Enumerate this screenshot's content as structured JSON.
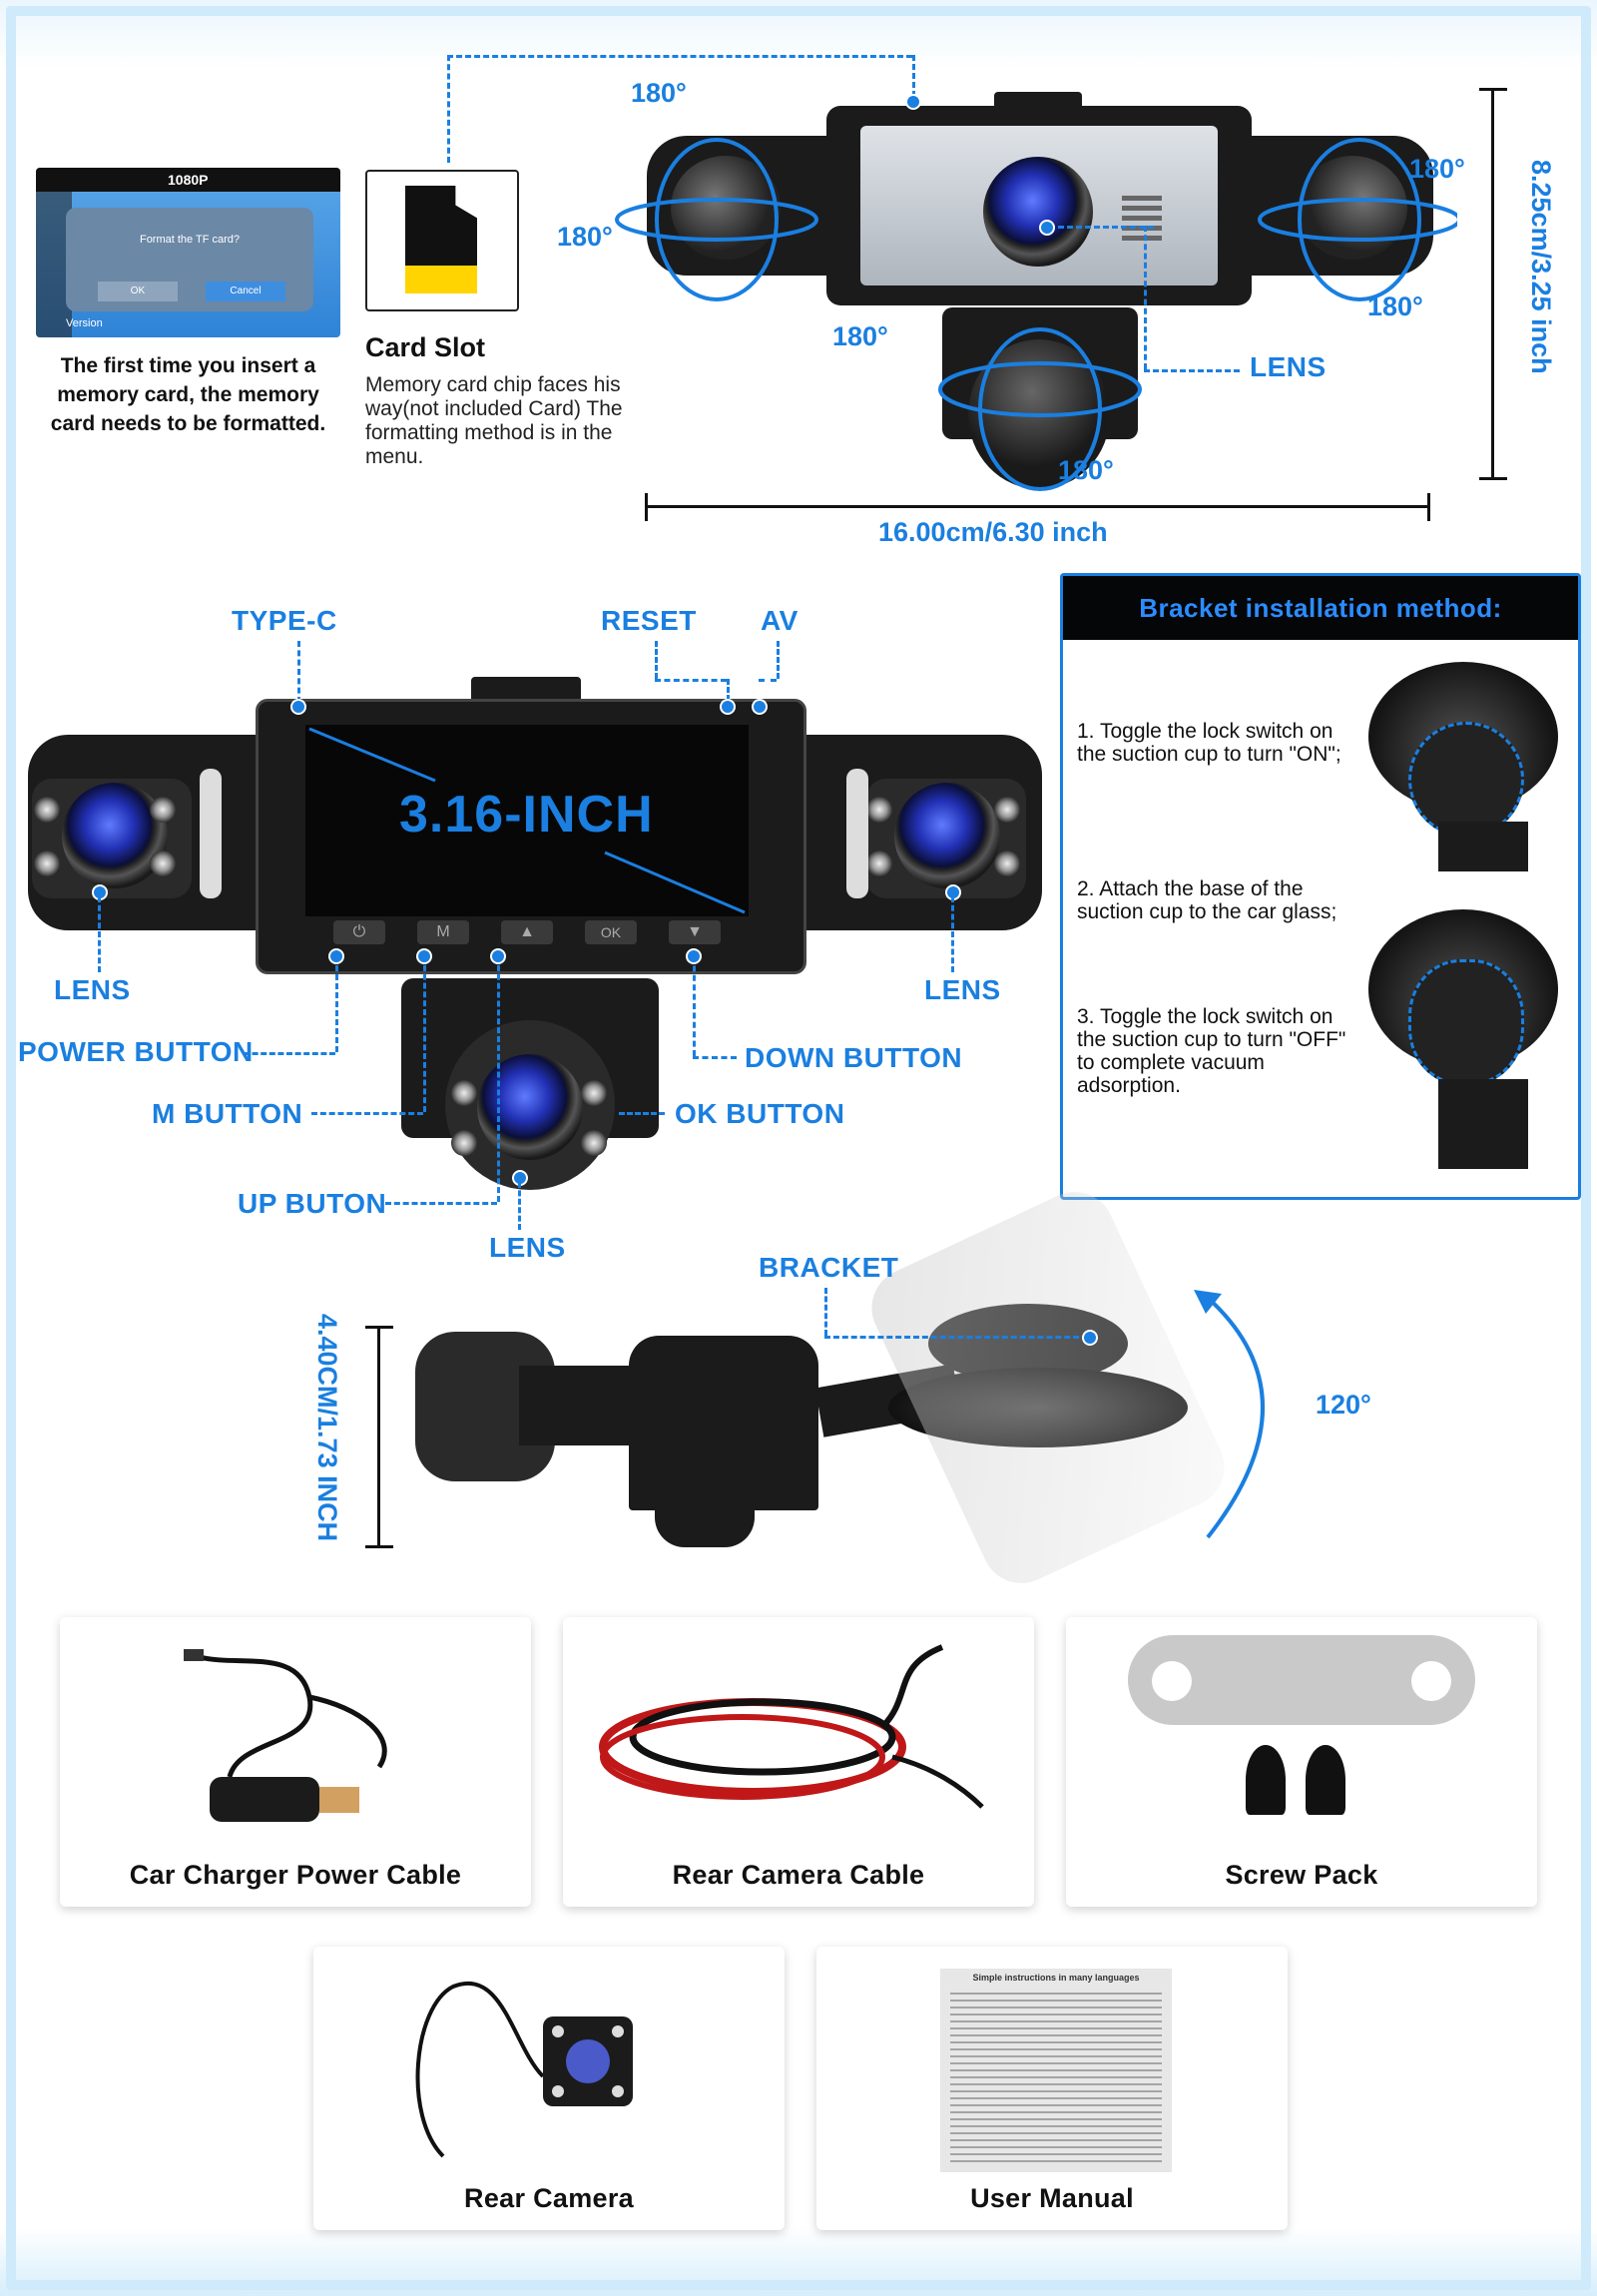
{
  "tf_screen": {
    "resolution": "1080P",
    "prompt": "Format the TF card?",
    "ok": "OK",
    "cancel": "Cancel",
    "version": "Version"
  },
  "format_note": "The first time you insert a memory card, the memory card needs to be formatted.",
  "card_slot": {
    "title": "Card Slot",
    "description": "Memory card chip faces his way(not included Card) The formatting method is in the menu."
  },
  "top_view": {
    "rotation_labels": [
      "180°",
      "180°",
      "180°",
      "180°",
      "180°",
      "180°"
    ],
    "lens_label": "LENS",
    "height": "8.25cm/3.25 inch",
    "width": "16.00cm/6.30 inch"
  },
  "front_view": {
    "screen_text": "3.16-INCH",
    "type_c": "TYPE-C",
    "reset": "RESET",
    "av": "AV",
    "lens_left": "LENS",
    "lens_right": "LENS",
    "lens_bottom": "LENS",
    "power_button": "POWER BUTTON",
    "m_button": "M BUTTON",
    "up_button": "UP BUTON",
    "down_button": "DOWN BUTTON",
    "ok_button": "OK BUTTON",
    "button_keys": [
      "⏻",
      "M",
      "▲",
      "OK",
      "▼"
    ]
  },
  "bracket_panel": {
    "title": "Bracket installation method:",
    "steps": [
      "1. Toggle the lock switch on the suction cup to turn \"ON\";",
      "2. Attach the base of the suction cup to the car glass;",
      "3. Toggle the lock switch on the suction cup to turn \"OFF\" to complete vacuum adsorption."
    ]
  },
  "side_view": {
    "bracket": "BRACKET",
    "angle": "120°",
    "height": "4.40CM/1.73 INCH"
  },
  "accessories": [
    {
      "label": "Car Charger Power Cable"
    },
    {
      "label": "Rear Camera Cable"
    },
    {
      "label": "Screw Pack"
    },
    {
      "label": "Rear Camera"
    },
    {
      "label": "User Manual"
    }
  ],
  "manual_title": "Simple instructions in many languages",
  "colors": {
    "accent": "#1a7fe0",
    "sd_card": "#ffd400",
    "dark": "#1b1b1c"
  }
}
